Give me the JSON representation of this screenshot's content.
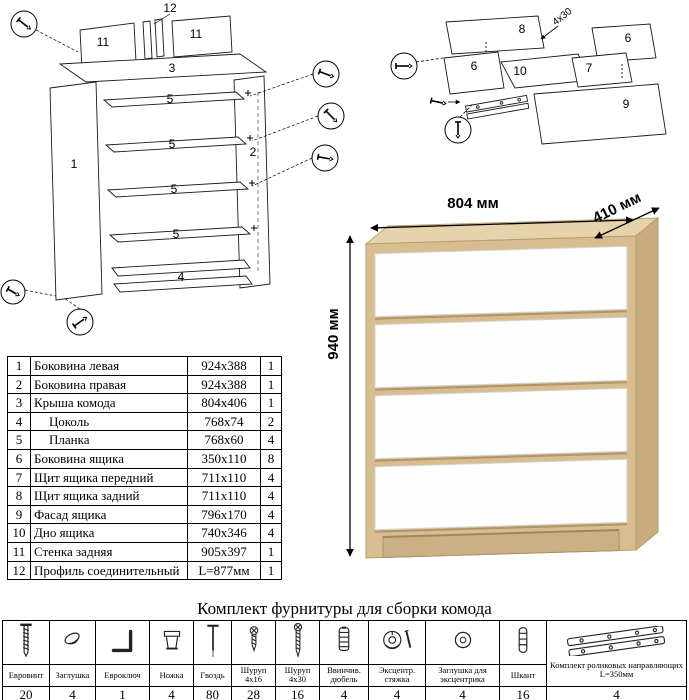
{
  "chest": {
    "dim_width": "804 мм",
    "dim_depth": "410 мм",
    "dim_height": "940 мм",
    "carcass_color": "#d7bd90",
    "top_color": "#e6d2ab",
    "side_color": "#c9ad7d",
    "drawer_color": "#fefefe"
  },
  "diagram_left": {
    "labels": [
      "12",
      "11",
      "11",
      "3",
      "5",
      "5",
      "5",
      "5",
      "1",
      "2",
      "4"
    ]
  },
  "diagram_right": {
    "labels": [
      "8",
      "4x30",
      "6",
      "6",
      "10",
      "7",
      "9"
    ]
  },
  "parts_table": {
    "rows": [
      {
        "num": "1",
        "name": "Боковина левая",
        "size": "924x388",
        "qty": "1"
      },
      {
        "num": "2",
        "name": "Боковина правая",
        "size": "924x388",
        "qty": "1"
      },
      {
        "num": "3",
        "name": "Крыша комода",
        "size": "804x406",
        "qty": "1"
      },
      {
        "num": "4",
        "name": "Цоколь",
        "size": "768x74",
        "qty": "2",
        "indent": true
      },
      {
        "num": "5",
        "name": "Планка",
        "size": "768x60",
        "qty": "4",
        "indent": true
      },
      {
        "num": "6",
        "name": "Боковина ящика",
        "size": "350x110",
        "qty": "8"
      },
      {
        "num": "7",
        "name": "Щит ящика передний",
        "size": "711x110",
        "qty": "4"
      },
      {
        "num": "8",
        "name": "Щит ящика задний",
        "size": "711x110",
        "qty": "4"
      },
      {
        "num": "9",
        "name": "Фасад ящика",
        "size": "796x170",
        "qty": "4"
      },
      {
        "num": "10",
        "name": "Дно ящика",
        "size": "740x346",
        "qty": "4"
      },
      {
        "num": "11",
        "name": "Стенка задняя",
        "size": "905x397",
        "qty": "1"
      },
      {
        "num": "12",
        "name": "Профиль соединительный",
        "size": "L=877мм",
        "qty": "1"
      }
    ]
  },
  "hardware": {
    "title": "Комплект фурнитуры для сборки комода",
    "items": [
      {
        "name": "Евровинт",
        "qty": "20",
        "icon": "euro-screw"
      },
      {
        "name": "Заглушка",
        "qty": "4",
        "icon": "cap"
      },
      {
        "name": "Евроключ",
        "qty": "1",
        "icon": "hex-key"
      },
      {
        "name": "Ножка",
        "qty": "4",
        "icon": "leg"
      },
      {
        "name": "Гвоздь",
        "qty": "80",
        "icon": "nail"
      },
      {
        "name": "Шуруп 4x16",
        "qty": "28",
        "icon": "screw-4x16"
      },
      {
        "name": "Шуруп 4x30",
        "qty": "16",
        "icon": "screw-4x30"
      },
      {
        "name": "Ввинчив. дюбель",
        "qty": "4",
        "icon": "dowel-screw"
      },
      {
        "name": "Эксцентр. стяжка",
        "qty": "4",
        "icon": "cam"
      },
      {
        "name": "Заглушка для эксцентрика",
        "qty": "4",
        "icon": "cam-cap"
      },
      {
        "name": "Шкант",
        "qty": "16",
        "icon": "shkant"
      },
      {
        "name": "Комплект роликовых направляющих L=350мм",
        "qty": "4",
        "icon": "roller-guides",
        "name_in_icon_cell": true
      }
    ]
  }
}
